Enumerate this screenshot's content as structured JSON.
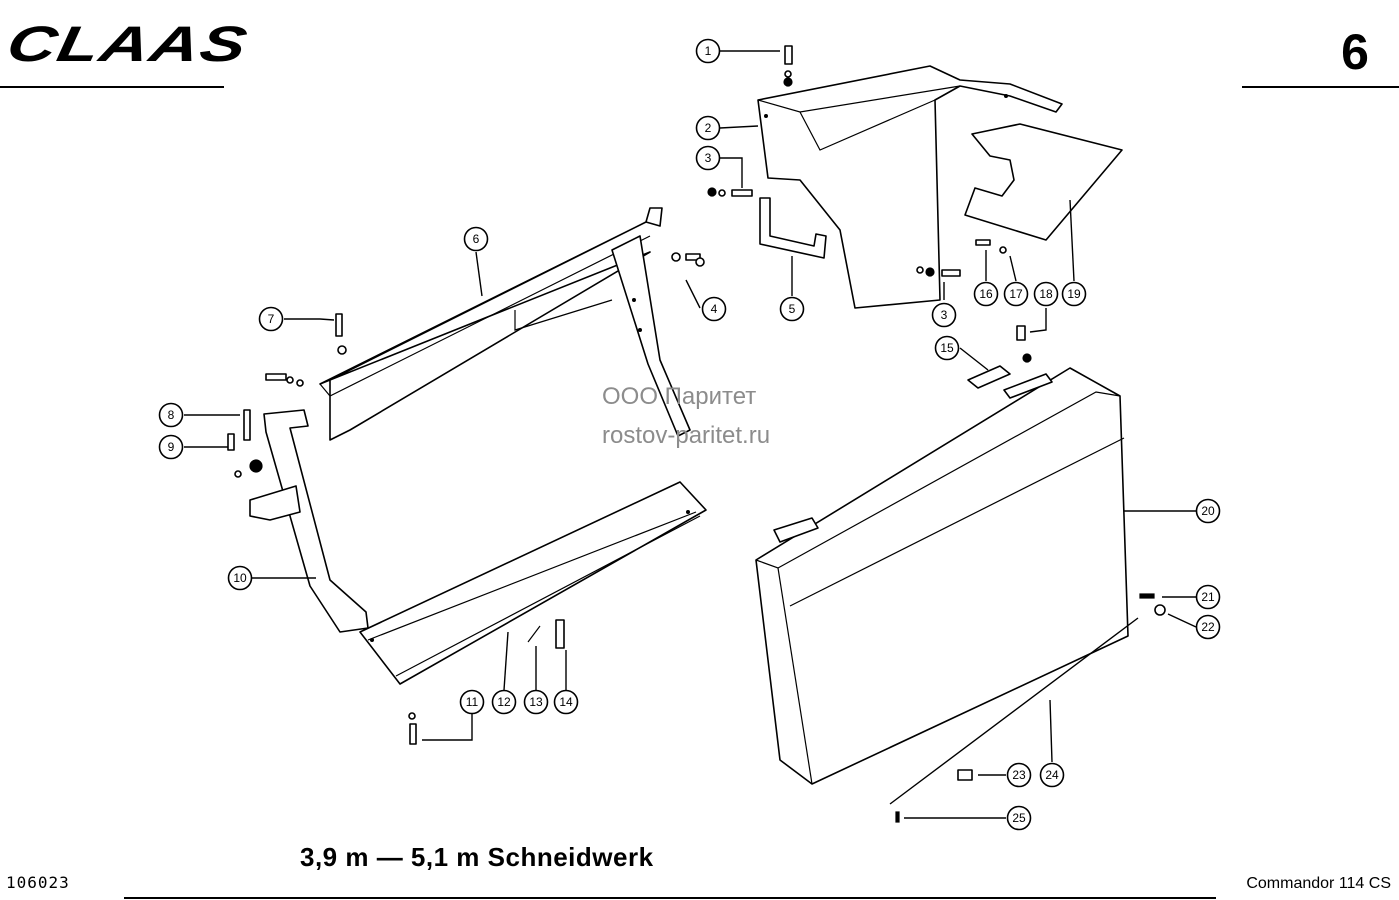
{
  "header": {
    "brand": "CLAAS",
    "page_number": "6"
  },
  "caption": "3,9 m — 5,1 m Schneidwerk",
  "footer": {
    "drawing_number": "106023",
    "model": "Commandor 114 CS"
  },
  "watermark": {
    "company": "ООО Паритет",
    "website": "rostov-paritet.ru"
  },
  "callouts": [
    "1",
    "2",
    "3",
    "3",
    "4",
    "5",
    "6",
    "7",
    "8",
    "9",
    "10",
    "11",
    "12",
    "13",
    "14",
    "15",
    "16",
    "17",
    "18",
    "19",
    "20",
    "21",
    "22",
    "23",
    "24",
    "25"
  ],
  "colors": {
    "ink": "#000000",
    "paper": "#ffffff",
    "watermark": "#8c8c8c"
  }
}
